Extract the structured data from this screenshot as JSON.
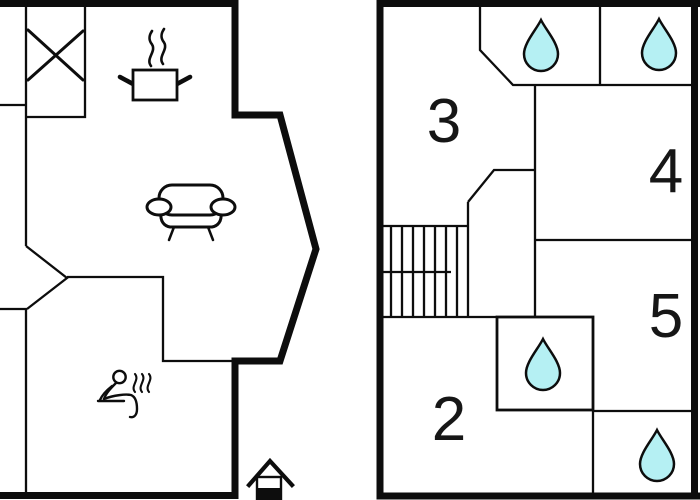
{
  "page": {
    "type": "floor-plan-diagram",
    "plan_count": 2
  },
  "rooms": {
    "r2": "2",
    "r3": "3",
    "r4": "4",
    "r5": "5"
  },
  "colors": {
    "background": "#ffffff",
    "wall_line": "#0d0d0d",
    "water_drop_fill": "#b5f0f3",
    "steam_gray": "#8f8f8f",
    "label_text": "#161616"
  },
  "left_plan": {
    "icons": [
      "wardrobe-x-icon",
      "cooking-pot-icon",
      "steam-icon",
      "sofa-icon",
      "sauna-person-icon",
      "house-entrance-icon"
    ]
  },
  "right_plan": {
    "icons": [
      "water-drop-icon",
      "stairs-icon"
    ],
    "room_labels": [
      "3",
      "4",
      "5",
      "2"
    ],
    "water_drop_count": 4
  }
}
